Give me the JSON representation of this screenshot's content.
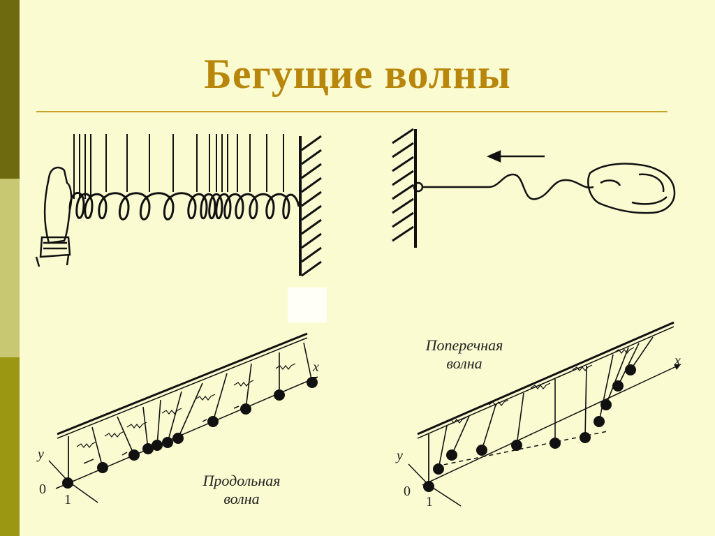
{
  "title": "Бегущие волны",
  "labels": {
    "longitudinal_l1": "Продольная",
    "longitudinal_l2": "волна",
    "transverse_l1": "Поперечная",
    "transverse_l2": "волна"
  },
  "axes": {
    "left": {
      "y": "y",
      "x": "x",
      "origin": "0",
      "first": "1"
    },
    "right": {
      "y": "y",
      "x": "x",
      "origin": "0",
      "first": "1"
    }
  },
  "colors": {
    "background": "#FAFBD1",
    "title": "#B8860B",
    "rule": "#C9A227",
    "ink": "#111111"
  }
}
